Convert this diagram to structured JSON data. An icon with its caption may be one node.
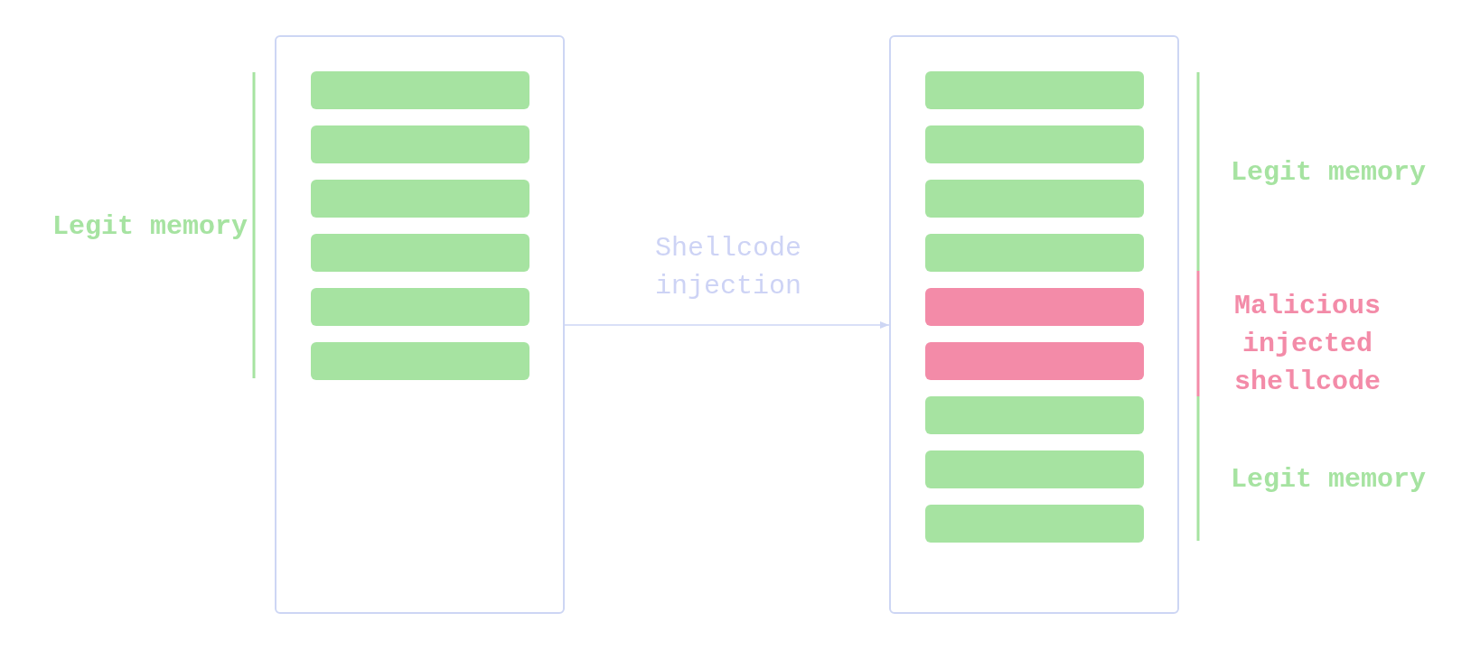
{
  "diagram": {
    "nodes": [
      {
        "text": [],
        "shape": "box"
      },
      {
        "text": [],
        "shape": "bar",
        "in": 0
      },
      {
        "text": [],
        "shape": "bar",
        "in": 0
      },
      {
        "text": [],
        "shape": "bar",
        "in": 0
      },
      {
        "text": [],
        "shape": "bar",
        "in": 0
      },
      {
        "text": [],
        "shape": "bar",
        "in": 0
      },
      {
        "text": [],
        "shape": "bar",
        "in": 0
      },
      {
        "text": [],
        "shape": "box"
      },
      {
        "text": [],
        "shape": "bar",
        "in": 7
      },
      {
        "text": [],
        "shape": "bar",
        "in": 7
      },
      {
        "text": [],
        "shape": "bar",
        "in": 7
      },
      {
        "text": [],
        "shape": "bar",
        "in": 7
      },
      {
        "text": [],
        "shape": "bar",
        "in": 7
      },
      {
        "text": [],
        "shape": "bar",
        "in": 7
      },
      {
        "text": [],
        "shape": "bar",
        "in": 7
      },
      {
        "text": [],
        "shape": "bar",
        "in": 7
      },
      {
        "text": [],
        "shape": "bar",
        "in": 7
      }
    ],
    "edges": [
      {
        "from": 0,
        "to": 7,
        "arrow": "to",
        "label": "Shellcode injection"
      }
    ],
    "labels": [
      "Legit memory",
      "Legit memory",
      "Malicious injected shellcode",
      "Legit memory"
    ]
  }
}
